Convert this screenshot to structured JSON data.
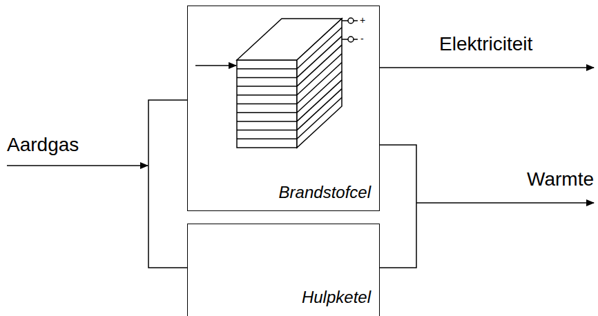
{
  "diagram": {
    "nodes": [
      {
        "text": [
          "Brandstofcel"
        ]
      },
      {
        "text": [
          "Hulpketel"
        ]
      }
    ],
    "labels": [
      "Aardgas",
      "Elektriciteit",
      "Warmte",
      "+",
      "-"
    ]
  }
}
